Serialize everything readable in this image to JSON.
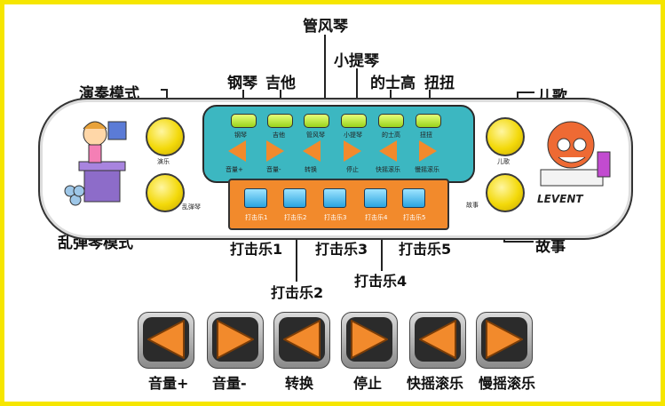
{
  "top_labels": {
    "guanfengqin": "管风琴",
    "gangqin": "钢琴",
    "jita": "吉他",
    "xiaotiqin": "小提琴",
    "deshigao": "的士高",
    "niuniu": "扭扭",
    "yanzou_mode": "演奏模式",
    "luantan_mode": "乱弹琴模式",
    "erge": "儿歌",
    "gushi": "故事"
  },
  "percussion_labels": [
    "打击乐1",
    "打击乐2",
    "打击乐3",
    "打击乐4",
    "打击乐5"
  ],
  "bottom_buttons": [
    "音量+",
    "音量-",
    "转换",
    "停止",
    "快摇滚乐",
    "慢摇滚乐"
  ],
  "panel_small": {
    "green": [
      "钢琴",
      "吉他",
      "管风琴",
      "小提琴",
      "的士高",
      "扭扭"
    ],
    "arrows": [
      "音量+",
      "音量-",
      "转换",
      "停止",
      "快摇滚乐",
      "慢摇滚乐"
    ],
    "perc": [
      "打击乐1",
      "打击乐2",
      "打击乐3",
      "打击乐4",
      "打击乐5"
    ],
    "left_top": "演乐",
    "left_bottom": "乱弹琴",
    "right_top": "儿歌",
    "right_bottom": "故事"
  },
  "logo_text": "LEVENT",
  "colors": {
    "border": "#f6e600",
    "panel": "#3cb7c1",
    "orange": "#f28a2c",
    "yellow": "#f3d90a"
  }
}
